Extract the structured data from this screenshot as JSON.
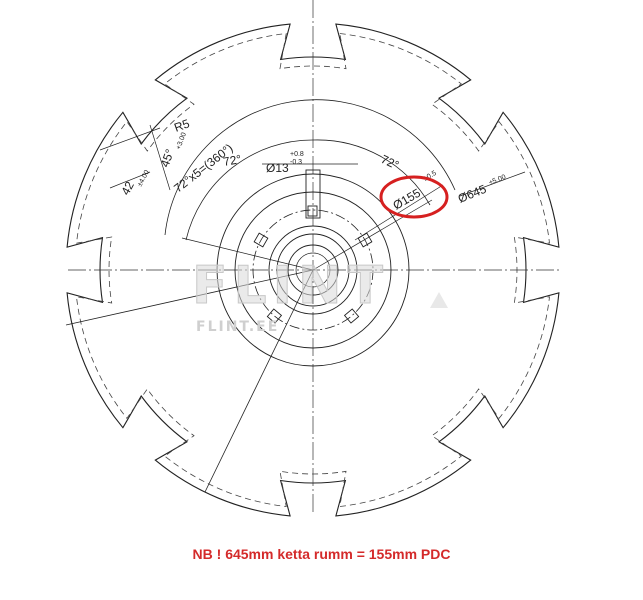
{
  "dimensions": {
    "r5": "R5",
    "angle_45": "45°",
    "tol_45": "+3.00",
    "depth_42": "42",
    "tol_42": "±4.00",
    "pitch_total": "72°x5=(360°)",
    "angle_72_left": "72°",
    "angle_72_right": "72°",
    "hole_dia": "Ø13",
    "hole_tol_upper": "+0.8",
    "hole_tol_lower": "-0.3",
    "pcd_dia": "Ø155",
    "pcd_tol": "±0.5",
    "outer_dia": "Ø645",
    "outer_tol": "±5.00"
  },
  "watermark": {
    "logo_text": "FLINT",
    "site_text": "FLINT.EE"
  },
  "highlight_color": "#d62020",
  "note": {
    "text": "NB ! 645mm ketta rumm = 155mm PDC",
    "color": "#d42a2a"
  }
}
